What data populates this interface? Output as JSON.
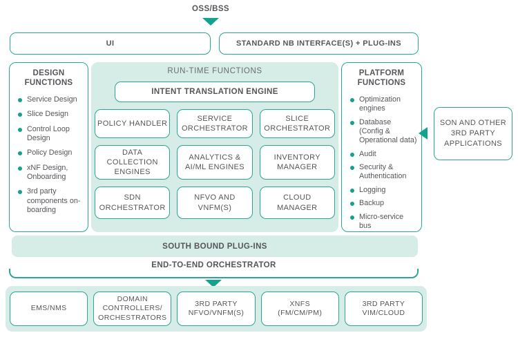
{
  "colors": {
    "teal_border": "#2ba695",
    "teal_solid": "#12a28d",
    "panel_bg": "#d6ece6",
    "text_dark": "#55565a",
    "text_gray": "#6b6d70"
  },
  "top": {
    "oss_bss": "OSS/BSS"
  },
  "interfaces": {
    "ui": "UI",
    "nb": "STANDARD NB INTERFACE(S) + PLUG-INS"
  },
  "design": {
    "title": "DESIGN\nFUNCTIONS",
    "items": [
      "Service Design",
      "Slice Design",
      "Control Loop\nDesign",
      "Policy Design",
      "xNF Design,\nOnboarding",
      "3rd party\ncomponents on-\nboarding"
    ]
  },
  "runtime": {
    "title": "RUN-TIME FUNCTIONS",
    "intent_engine": "INTENT TRANSLATION ENGINE",
    "modules": [
      "POLICY HANDLER",
      "SERVICE\nORCHESTRATOR",
      "SLICE\nORCHESTRATOR",
      "DATA\nCOLLECTION\nENGINES",
      "ANALYTICS &\nAI/ML ENGINES",
      "INVENTORY\nMANAGER",
      "SDN\nORCHESTRATOR",
      "NFVO AND\nVNFM(S)",
      "CLOUD\nMANAGER"
    ]
  },
  "platform": {
    "title": "PLATFORM\nFUNCTIONS",
    "items": [
      "Optimization\nengines",
      "Database\n(Config &\nOperational data)",
      "Audit",
      "Security &\nAuthentication",
      "Logging",
      "Backup",
      "Micro-service\nbus"
    ]
  },
  "son": {
    "label": "SON AND OTHER\n3RD PARTY\nAPPLICATIONS"
  },
  "south_bound": {
    "label": "SOUTH BOUND PLUG-INS"
  },
  "e2e": {
    "label": "END-TO-END ORCHESTRATOR"
  },
  "bottom": {
    "boxes": [
      "EMS/NMS",
      "DOMAIN\nCONTROLLERS/\nORCHESTRATORS",
      "3RD PARTY\nNFVO/VNFM(S)",
      "XNFS\n(FM/CM/PM)",
      "3RD PARTY\nVIM/CLOUD"
    ]
  },
  "icons": {
    "top_arrow": "arrow-down-icon",
    "bottom_arrow": "arrow-down-icon",
    "son_arrow": "arrow-left-icon"
  }
}
